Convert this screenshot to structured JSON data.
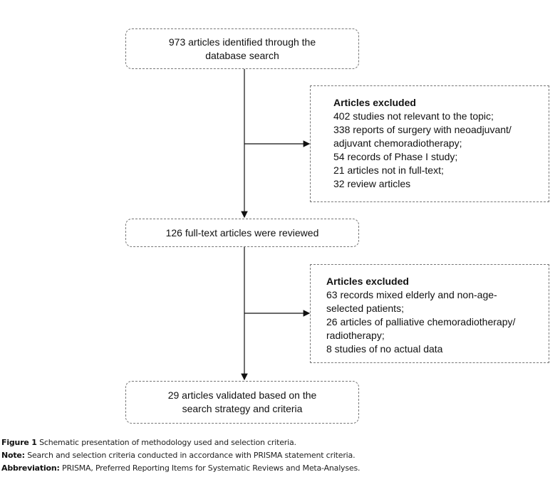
{
  "boxes": {
    "identified": "973 articles identified through the database search",
    "reviewed": "126 full-text articles were reviewed",
    "validated": "29 articles validated based on the search strategy and criteria"
  },
  "excluded1": {
    "title": "Articles excluded",
    "items": [
      "402 studies not relevant to the topic;",
      "338 reports of surgery with neoadjuvant/ adjuvant chemoradiotherapy;",
      "54 records of Phase I study;",
      "21 articles not in full-text;",
      "32 review articles"
    ]
  },
  "excluded2": {
    "title": "Articles excluded",
    "items": [
      "63 records mixed elderly and non-age-selected patients;",
      "26 articles of palliative chemoradiotherapy/ radiotherapy;",
      "8 studies of no actual data"
    ]
  },
  "caption": {
    "figure_label": "Figure 1",
    "figure_text": "Schematic presentation of methodology used and selection criteria.",
    "note_label": "Note:",
    "note_text": "Search and selection criteria conducted in accordance with PRISMA statement criteria.",
    "abbr_label": "Abbreviation:",
    "abbr_text": "PRISMA, Preferred Reporting Items for Systematic Reviews and Meta-Analyses."
  }
}
